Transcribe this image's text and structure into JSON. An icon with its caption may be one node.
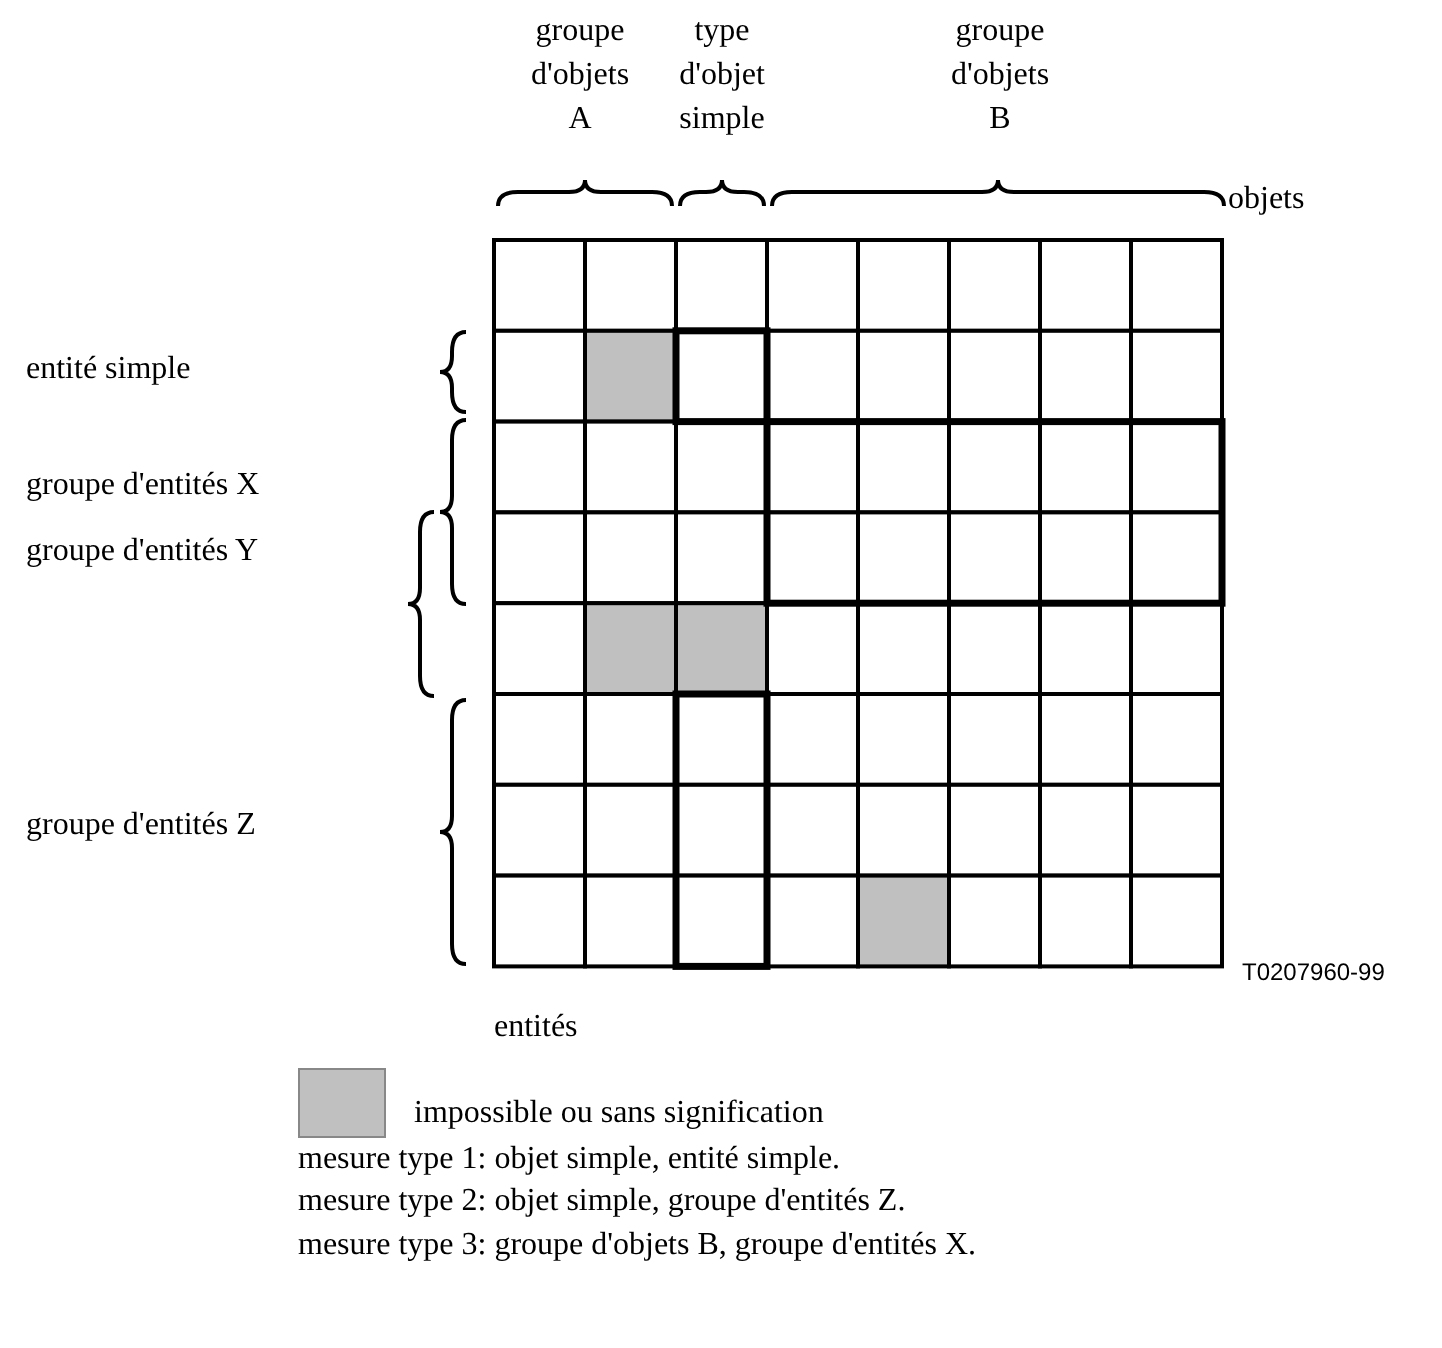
{
  "diagram": {
    "labels": [
      "groupe d'objets A",
      "type d'objet simple",
      "groupe d'objets B",
      "objets",
      "entité simple",
      "groupe d'entités X",
      "groupe d'entités Y",
      "groupe d'entités Z",
      "T0207960-99",
      "entités",
      "mesure type 1: objet simple, entité simple.",
      "mesure type 2: objet simple, groupe d'entités Z.",
      "mesure type 3: groupe d'objets B, groupe d'entités X."
    ],
    "legend": [
      {
        "text": "impossible ou sans signification",
        "color": "#c0c0c0"
      }
    ]
  }
}
